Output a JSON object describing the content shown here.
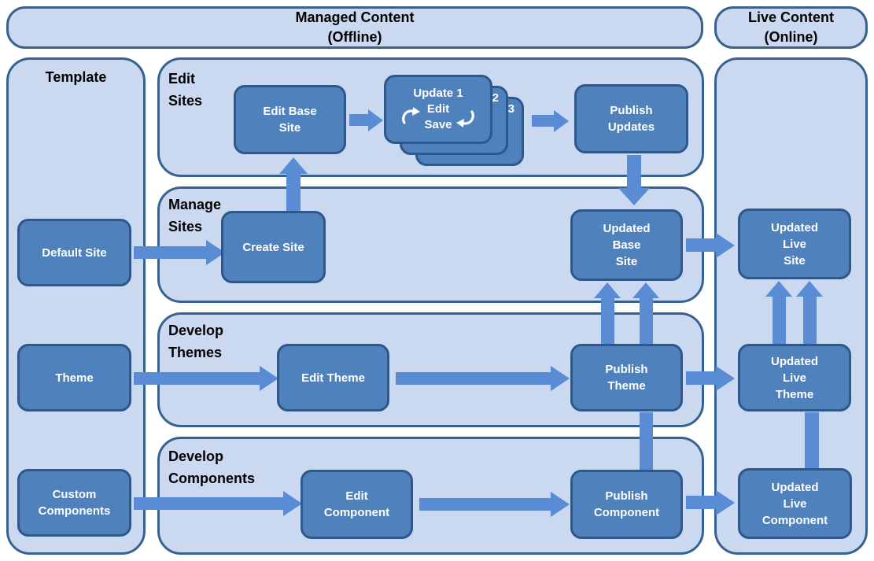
{
  "colors": {
    "container_fill": "#cbd9f0",
    "container_border": "#37618f",
    "node_fill": "#4f81bd",
    "node_border": "#2e578c",
    "arrow_fill": "#5a8bd5",
    "section_text": "#000000",
    "node_text": "#ffffff"
  },
  "headers": {
    "managed": "Managed Content\n(Offline)",
    "live": "Live Content\n(Online)"
  },
  "sections": {
    "template": "Template",
    "edit_sites": "Edit\nSites",
    "manage_sites": "Manage\nSites",
    "develop_themes": "Develop\nThemes",
    "develop_components": "Develop\nComponents"
  },
  "nodes": {
    "default_site": "Default Site",
    "theme": "Theme",
    "custom_components": "Custom\nComponents",
    "edit_base_site": "Edit Base\nSite",
    "publish_updates": "Publish\nUpdates",
    "create_site": "Create Site",
    "updated_base_site": "Updated\nBase\nSite",
    "edit_theme": "Edit Theme",
    "publish_theme": "Publish\nTheme",
    "edit_component": "Edit\nComponent",
    "publish_component": "Publish\nComponent",
    "updated_live_site": "Updated\nLive\nSite",
    "updated_live_theme": "Updated\nLive\nTheme",
    "updated_live_component": "Updated\nLive\nComponent"
  },
  "update_stack": {
    "title": "Update 1",
    "step_edit": "Edit",
    "step_save": "Save",
    "badge_2": "2",
    "badge_3": "3"
  }
}
